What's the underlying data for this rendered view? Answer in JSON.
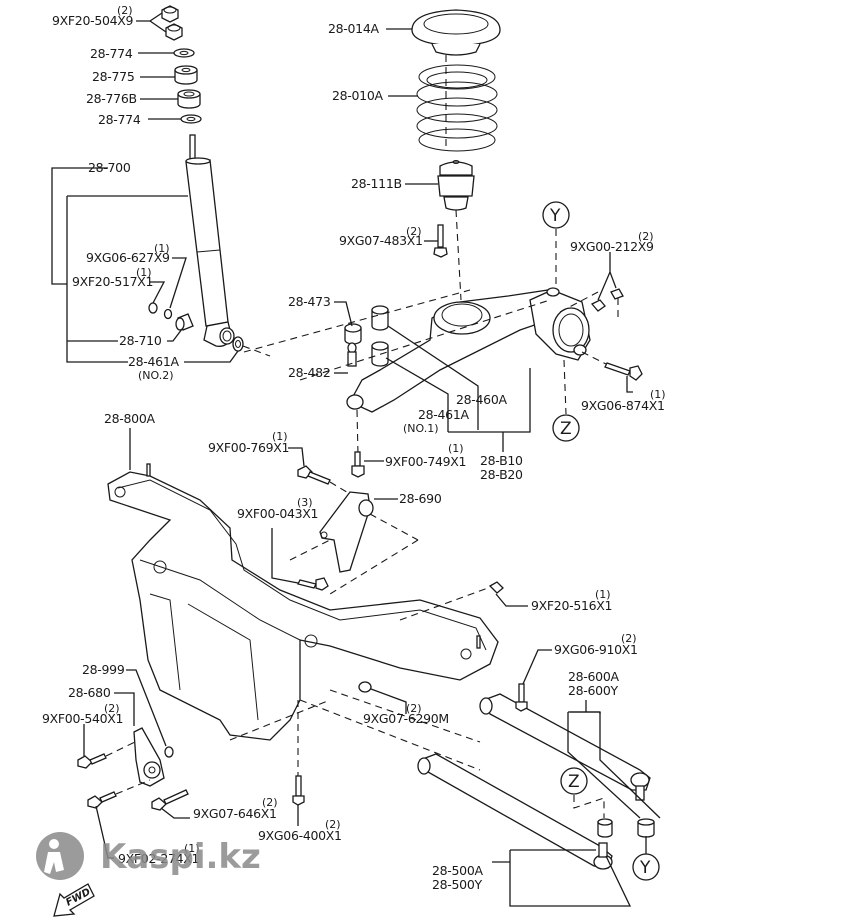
{
  "diagram": {
    "title": "Rear suspension exploded parts diagram",
    "labels": [
      {
        "id": "nut-top",
        "code": "9XF20-504X9",
        "qty": "(2)"
      },
      {
        "id": "washer-upper",
        "code": "28-774"
      },
      {
        "id": "bushing-775",
        "code": "28-775"
      },
      {
        "id": "bushing-776b",
        "code": "28-776B"
      },
      {
        "id": "washer-lower",
        "code": "28-774"
      },
      {
        "id": "shock-absorber",
        "code": "28-700"
      },
      {
        "id": "washer-627",
        "code": "9XG06-627X9",
        "qty": "(1)"
      },
      {
        "id": "nut-517",
        "code": "9XF20-517X1",
        "qty": "(1)"
      },
      {
        "id": "bolt-710",
        "code": "28-710"
      },
      {
        "id": "bushing-461a-no2",
        "code": "28-461A",
        "note": "(NO.2)"
      },
      {
        "id": "spring-seat",
        "code": "28-014A"
      },
      {
        "id": "coil-spring",
        "code": "28-010A"
      },
      {
        "id": "bump-stop",
        "code": "28-111B"
      },
      {
        "id": "bolt-483",
        "code": "9XG07-483X1",
        "qty": "(2)"
      },
      {
        "id": "nut-212",
        "code": "9XG00-212X9",
        "qty": "(2)"
      },
      {
        "id": "bolt-874",
        "code": "9XG06-874X1",
        "qty": "(1)"
      },
      {
        "id": "bushing-473",
        "code": "28-473"
      },
      {
        "id": "bushing-482",
        "code": "28-482"
      },
      {
        "id": "bushing-460a",
        "code": "28-460A"
      },
      {
        "id": "bushing-461a-no1",
        "code": "28-461A",
        "note": "(NO.1)"
      },
      {
        "id": "arm-b10",
        "code": "28-B10"
      },
      {
        "id": "arm-b20",
        "code": "28-B20"
      },
      {
        "id": "subframe",
        "code": "28-800A"
      },
      {
        "id": "bolt-769",
        "code": "9XF00-769X1",
        "qty": "(1)"
      },
      {
        "id": "bolt-749",
        "code": "9XF00-749X1",
        "qty": "(1)"
      },
      {
        "id": "bracket-690",
        "code": "28-690"
      },
      {
        "id": "bolt-043",
        "code": "9XF00-043X1",
        "qty": "(3)"
      },
      {
        "id": "nut-516",
        "code": "9XF20-516X1",
        "qty": "(1)"
      },
      {
        "id": "bolt-910",
        "code": "9XG06-910X1",
        "qty": "(2)"
      },
      {
        "id": "lateral-link-600a",
        "code": "28-600A"
      },
      {
        "id": "lateral-link-600y",
        "code": "28-600Y"
      },
      {
        "id": "washer-999",
        "code": "28-999"
      },
      {
        "id": "bracket-680",
        "code": "28-680"
      },
      {
        "id": "bolt-540",
        "code": "9XF00-540X1",
        "qty": "(2)"
      },
      {
        "id": "washer-6290",
        "code": "9XG07-6290M",
        "qty": "(2)"
      },
      {
        "id": "bolt-646",
        "code": "9XG07-646X1",
        "qty": "(2)"
      },
      {
        "id": "bolt-400",
        "code": "9XG06-400X1",
        "qty": "(2)"
      },
      {
        "id": "bolt-274",
        "code": "9XF02-274X1",
        "qty": "(1)"
      },
      {
        "id": "lateral-link-500a",
        "code": "28-500A"
      },
      {
        "id": "lateral-link-500y",
        "code": "28-500Y"
      }
    ],
    "callouts": {
      "y": "Y",
      "z": "Z"
    },
    "direction_marker": "FWD",
    "watermark": "Kaspi.kz",
    "colors": {
      "line": "#1a1a1a",
      "background": "#ffffff",
      "watermark": "#8a8a8a"
    }
  }
}
